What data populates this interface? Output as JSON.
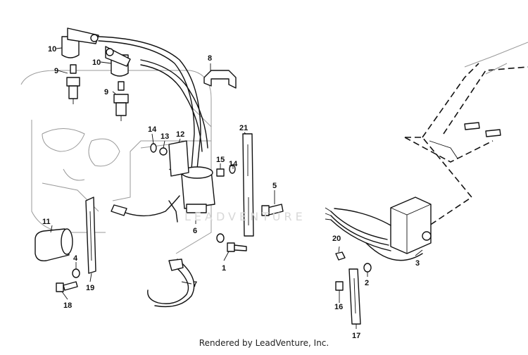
{
  "diagram": {
    "callouts": [
      "1",
      "2",
      "3",
      "4",
      "5",
      "6",
      "7",
      "8",
      "9",
      "9",
      "10",
      "10",
      "11",
      "12",
      "13",
      "14",
      "14",
      "15",
      "16",
      "17",
      "18",
      "19",
      "20",
      "21"
    ]
  },
  "watermark": {
    "text": "LEADVENTURE"
  },
  "footer": {
    "text": "Rendered by LeadVenture, Inc."
  }
}
